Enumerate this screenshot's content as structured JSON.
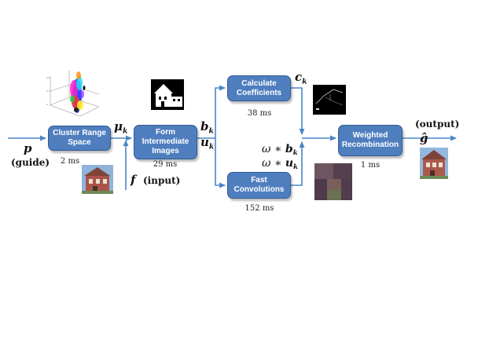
{
  "blocks": {
    "cluster": "Cluster Range\nSpace",
    "form": "Form\nIntermediate\nImages",
    "calc": "Calculate\nCoefficients",
    "fast": "Fast\nConvolutions",
    "weighted": "Weighted\nRecombination"
  },
  "timings": {
    "cluster": "2 ms",
    "form": "29 ms",
    "calc": "38 ms",
    "fast": "152 ms",
    "weighted": "1 ms"
  },
  "labels": {
    "p": "p",
    "guide": "(guide)",
    "mu": "μ",
    "mu_sub": "k",
    "f": "f",
    "input": "(input)",
    "b": "b",
    "b_sub": "k",
    "u": "u",
    "u_sub": "k",
    "c": "c",
    "c_sub": "k",
    "omega_b": "ω ∗ ",
    "omega_b_var": "b",
    "omega_b_sub": "k",
    "omega_u": "ω ∗ ",
    "omega_u_var": "u",
    "omega_u_sub": "k",
    "output": "(output)",
    "ghat": "ĝ"
  },
  "colors": {
    "block_fill": "#4f7ebf",
    "block_border": "#2f5b94",
    "arrow": "#4a86c8"
  }
}
